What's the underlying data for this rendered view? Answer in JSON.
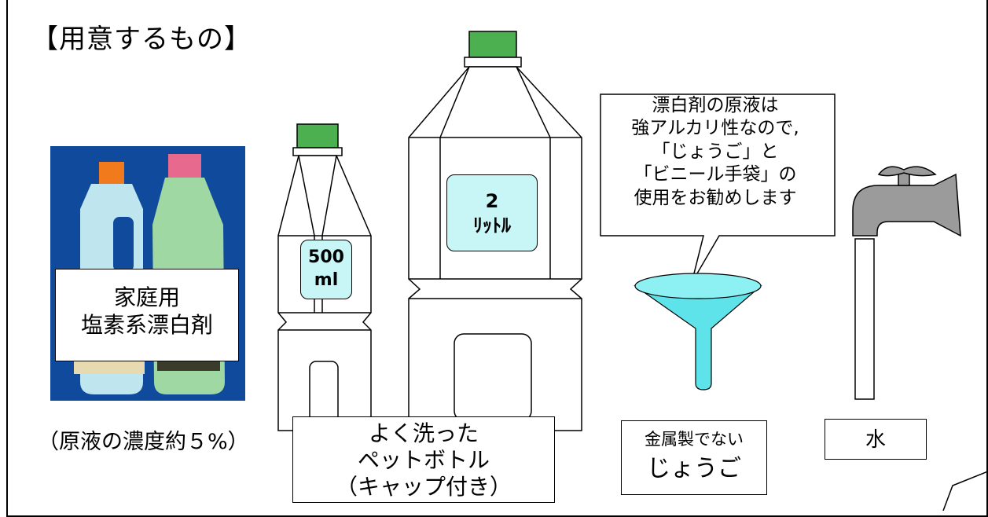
{
  "title": "【用意するもの】",
  "bleach": {
    "label_line1": "家庭用",
    "label_line2": "塩素系漂白剤",
    "concentration": "（原液の濃度約５%）"
  },
  "bottles": {
    "small_line1": "500",
    "small_line2": "ml",
    "large_line1": "2",
    "large_line2": "ﾘｯﾄﾙ",
    "label_line1": "よく洗った",
    "label_line2": "ペットボトル",
    "label_line3": "（キャップ付き）"
  },
  "funnel": {
    "callout_line1": "漂白剤の原液は",
    "callout_line2": "強アルカリ性なので,",
    "callout_line3": "「じょうご」と",
    "callout_line4": "「ビニール手袋」の",
    "callout_line5": "使用をお勧めします",
    "label_line1": "金属製でない",
    "label_line2": "じょうご"
  },
  "water": {
    "label": "水"
  },
  "colors": {
    "photo_bg": "#0f4a9c",
    "cap_green": "#4caf50",
    "funnel_cyan": "#5fe3ea",
    "tag_fill": "#c8f5f5",
    "faucet_gray": "#9b9b9b"
  }
}
